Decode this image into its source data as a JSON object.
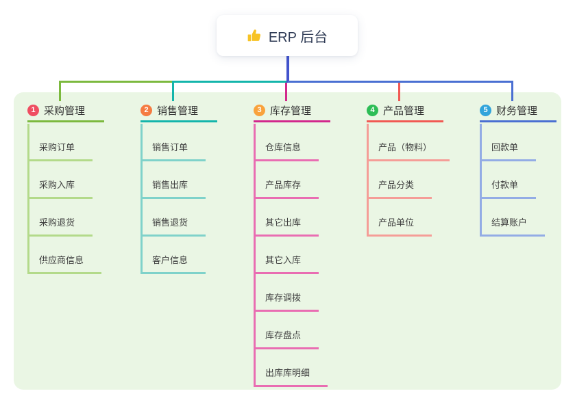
{
  "root": {
    "label": "ERP 后台",
    "icon": "thumbs-up-icon",
    "icon_color": "#f7c325",
    "text_color": "#2f3b55"
  },
  "branches": [
    {
      "index": "1",
      "label": "采购管理",
      "badge_color": "#ef4e61",
      "line_color": "#7cb93e",
      "child_line_color": "#b3da8a",
      "children": [
        "采购订单",
        "采购入库",
        "采购退货",
        "供应商信息"
      ]
    },
    {
      "index": "2",
      "label": "销售管理",
      "badge_color": "#f57b41",
      "line_color": "#14b5ab",
      "child_line_color": "#7fd2ca",
      "children": [
        "销售订单",
        "销售出库",
        "销售退货",
        "客户信息"
      ]
    },
    {
      "index": "3",
      "label": "库存管理",
      "badge_color": "#f9a23c",
      "line_color": "#d2288c",
      "child_line_color": "#e96db2",
      "children": [
        "仓库信息",
        "产品库存",
        "其它出库",
        "其它入库",
        "库存调拨",
        "库存盘点",
        "出库库明细"
      ]
    },
    {
      "index": "4",
      "label": "产品管理",
      "badge_color": "#2dbd56",
      "line_color": "#f15953",
      "child_line_color": "#f59d97",
      "children": [
        "产品（物料）",
        "产品分类",
        "产品单位"
      ]
    },
    {
      "index": "5",
      "label": "财务管理",
      "badge_color": "#31a4db",
      "line_color": "#4a6fd2",
      "child_line_color": "#93ace5",
      "children": [
        "回款单",
        "付款单",
        "结算账户"
      ]
    }
  ],
  "colors": {
    "canvas_bg": "#ffffff",
    "panel_bg": "#eaf6e4",
    "root_connector": "#4253cd",
    "header_text": "#333333",
    "child_text": "#3f3f3f"
  }
}
